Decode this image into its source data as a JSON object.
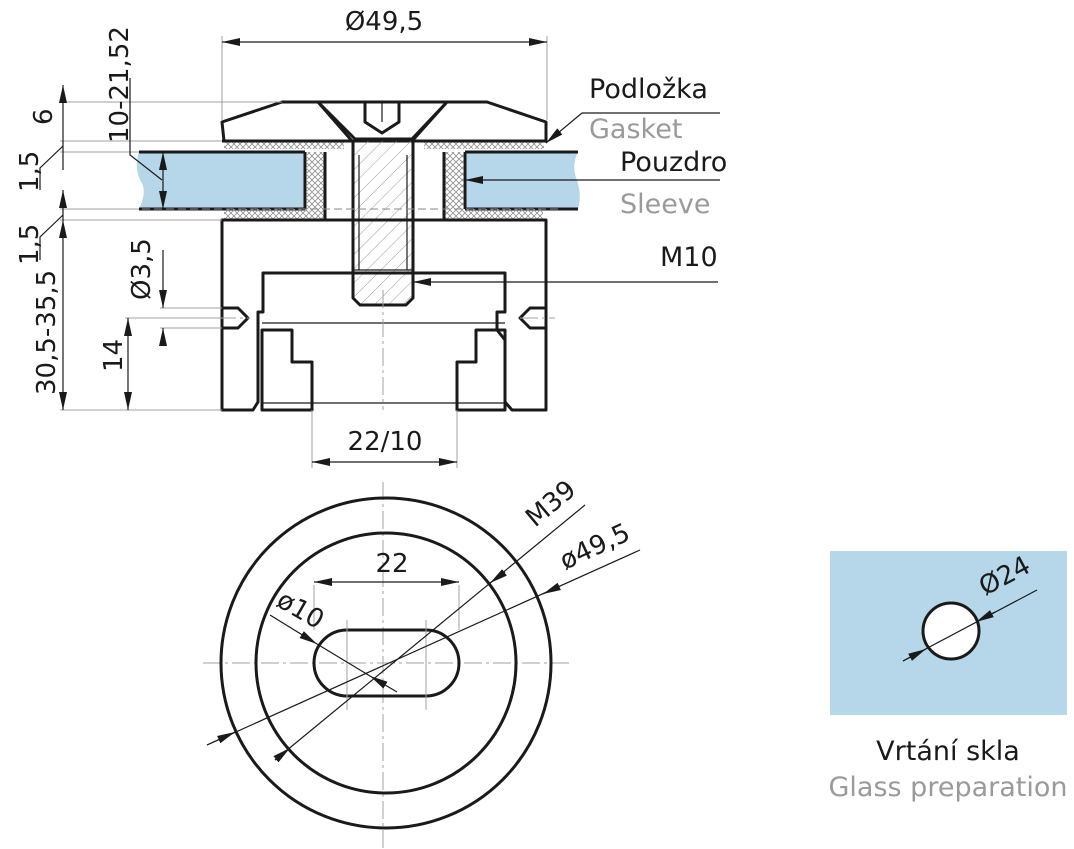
{
  "drawing": {
    "section_view": {
      "top_diameter": "Ø49,5",
      "dimensions_left": {
        "cap_height": "6",
        "gasket_top": "1,5",
        "glass_thickness": "10-21,52",
        "gasket_bottom": "1,5",
        "body_height": "30,5-35,5",
        "screw_hole_diameter": "Ø3,5",
        "screw_hole_height": "14"
      },
      "bottom_width": "22/10",
      "callouts": [
        {
          "label": "Podložka",
          "sub": "Gasket"
        },
        {
          "label": "Pouzdro",
          "sub": "Sleeve"
        },
        {
          "label": "M10",
          "sub": ""
        }
      ]
    },
    "plan_view": {
      "slot_length": "22",
      "slot_diameter": "ø10",
      "thread": "M39",
      "outer_diameter": "ø49,5"
    },
    "glass_preparation": {
      "hole_diameter": "Ø24",
      "title": "Vrtání skla",
      "subtitle": "Glass preparation"
    },
    "colors": {
      "glass": "#b5d7e9",
      "line": "#1a1a1a",
      "secondary_text": "#9a9a9a"
    }
  }
}
